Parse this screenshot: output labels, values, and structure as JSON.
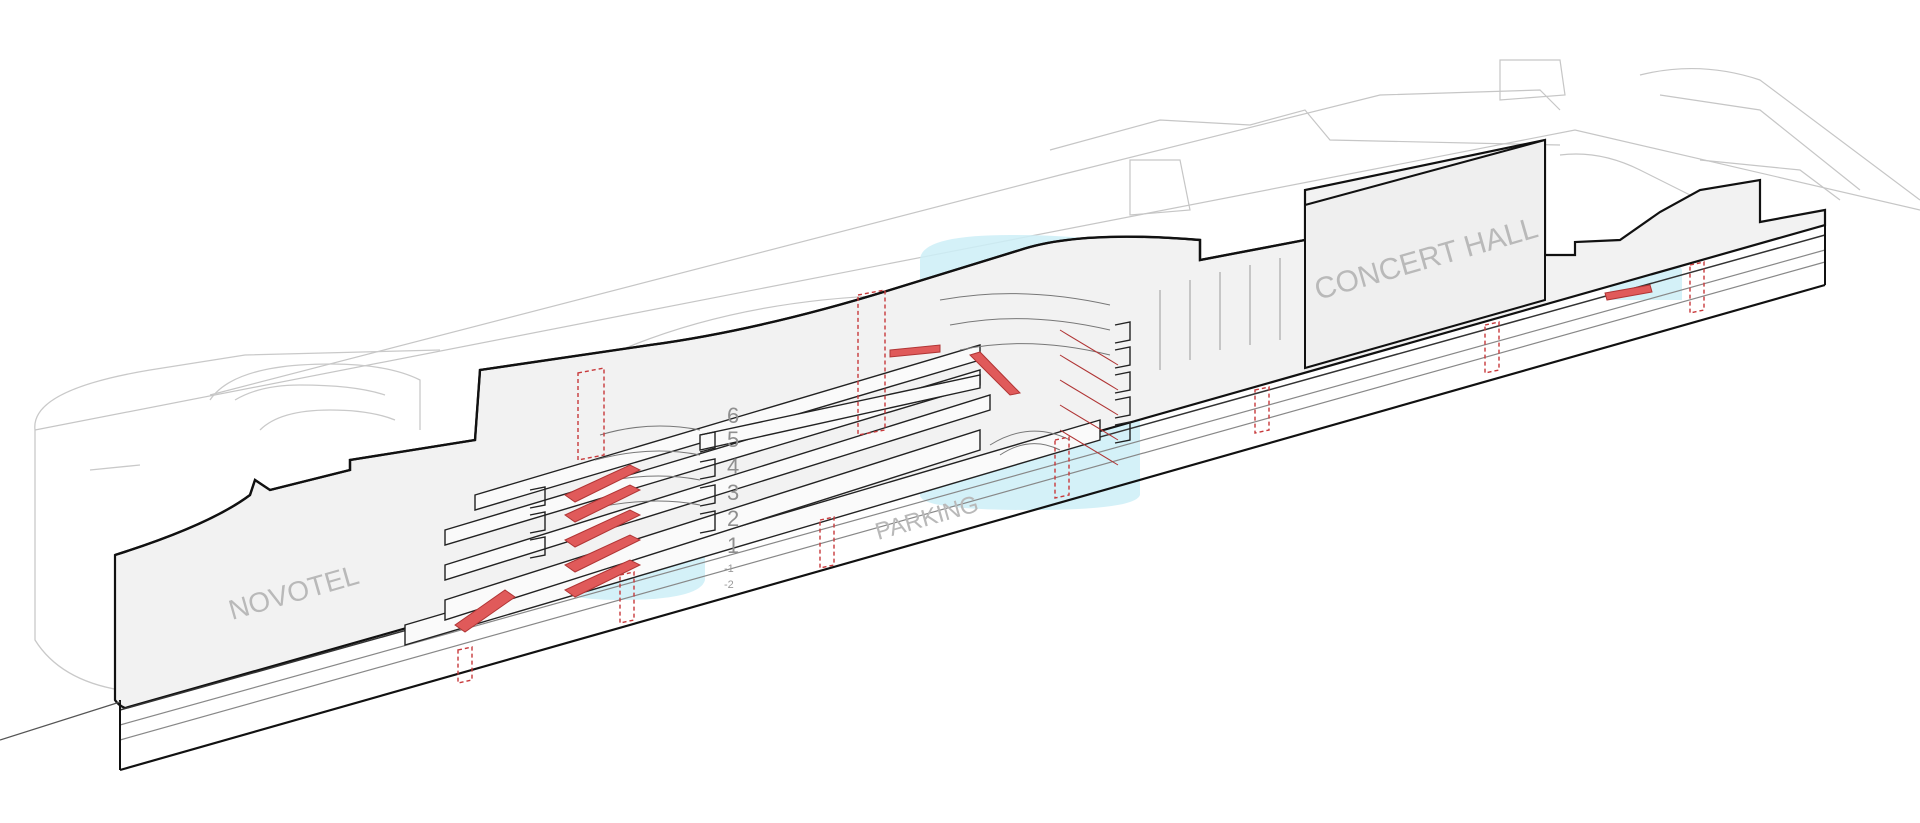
{
  "labels": {
    "novotel": "NOVOTEL",
    "concert_hall": "CONCERT HALL",
    "parking": "PARKING"
  },
  "floor_numbers": [
    "6",
    "5",
    "4",
    "3",
    "2",
    "1",
    "-1",
    "-2"
  ],
  "colors": {
    "escalator_red": "#e05a5a",
    "circulation_cyan": "#cdeef7",
    "shaft_red_dashed": "#c8393b",
    "section_cut": "#f0f0f0",
    "outline": "#1a1a1a"
  }
}
